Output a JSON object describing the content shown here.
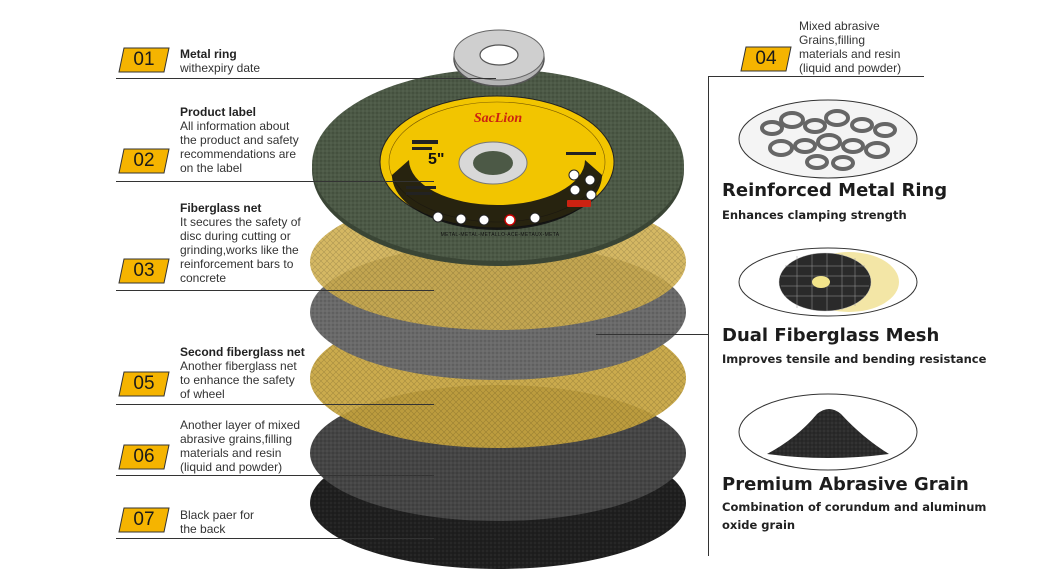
{
  "layers": [
    {
      "num": "01",
      "title": "Metal ring",
      "desc": [
        "withexpiry date"
      ]
    },
    {
      "num": "02",
      "title": "Product label",
      "desc": [
        "All information about",
        "the product and safety",
        "recommendations are",
        "on the label"
      ]
    },
    {
      "num": "03",
      "title": "Fiberglass net",
      "desc": [
        "It secures the safety of",
        "disc during cutting or",
        "grinding,works like the",
        "reinforcement bars to",
        "concrete"
      ]
    },
    {
      "num": "04",
      "title": "",
      "desc": [
        "Mixed abrasive",
        "Grains,filling",
        "materials and resin",
        "(liquid and powder)"
      ]
    },
    {
      "num": "05",
      "title": "Second fiberglass net",
      "desc": [
        "Another fiberglass net",
        "to enhance the safety",
        "of wheel"
      ]
    },
    {
      "num": "06",
      "title": "",
      "desc": [
        "Another layer of mixed",
        "abrasive grains,filling",
        "materials and resin",
        "(liquid and powder)"
      ]
    },
    {
      "num": "07",
      "title": "",
      "desc": [
        "Black paer for",
        "the back"
      ]
    }
  ],
  "features": [
    {
      "title": "Reinforced Metal Ring",
      "desc": [
        "Enhances clamping strength"
      ]
    },
    {
      "title": "Dual Fiberglass Mesh",
      "desc": [
        "Improves tensile and bending resistance"
      ]
    },
    {
      "title": "Premium Abrasive Grain",
      "desc": [
        "Combination of corundum and aluminum",
        "oxide grain"
      ]
    }
  ],
  "disc_label": {
    "brand": "SacLion",
    "size": "5\"",
    "band_text": "METAL-METAL-METALLO-ACE-METAUX-META"
  },
  "colors": {
    "badge": "#f5b400",
    "label_yellow": "#f2c500",
    "disc_green": "#4a5643",
    "fiberglass": "#c9a640",
    "abrasive": "#6e6e6e",
    "backing": "#202020"
  }
}
